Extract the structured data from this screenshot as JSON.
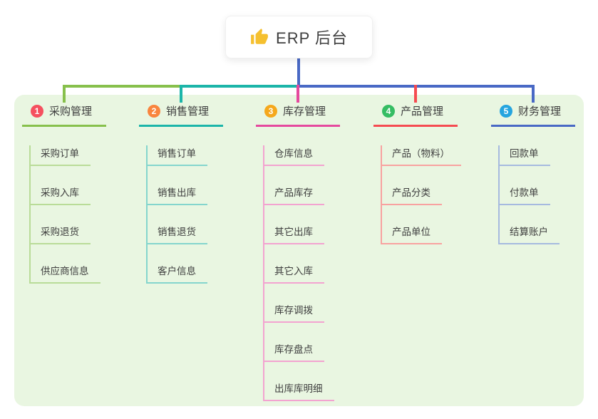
{
  "root": {
    "label": "ERP 后台",
    "icon": "thumbs-up-icon",
    "icon_color": "#f5c02f"
  },
  "colors": {
    "panel": "#e9f6e1",
    "background": "#ffffff",
    "text": "#3e3e3e"
  },
  "connector": {
    "trunk_color": "#4969c5"
  },
  "branches": [
    {
      "number": "1",
      "title": "采购管理",
      "badge_color": "#f5505f",
      "line_color": "#87c04c",
      "child_line_color": "#b9dc98",
      "children": [
        "采购订单",
        "采购入库",
        "采购退货",
        "供应商信息"
      ]
    },
    {
      "number": "2",
      "title": "销售管理",
      "badge_color": "#f9853e",
      "line_color": "#1cb5a9",
      "child_line_color": "#84d5cd",
      "children": [
        "销售订单",
        "销售出库",
        "销售退货",
        "客户信息"
      ]
    },
    {
      "number": "3",
      "title": "库存管理",
      "badge_color": "#f5a81c",
      "line_color": "#e5499e",
      "child_line_color": "#f3a3d0",
      "children": [
        "仓库信息",
        "产品库存",
        "其它出库",
        "其它入库",
        "库存调拨",
        "库存盘点",
        "出库库明细"
      ]
    },
    {
      "number": "4",
      "title": "产品管理",
      "badge_color": "#35bd63",
      "line_color": "#f54b51",
      "child_line_color": "#f8a2a0",
      "children": [
        "产品（物料）",
        "产品分类",
        "产品单位"
      ]
    },
    {
      "number": "5",
      "title": "财务管理",
      "badge_color": "#25a5df",
      "line_color": "#4969c5",
      "child_line_color": "#a6badf",
      "children": [
        "回款单",
        "付款单",
        "结算账户"
      ]
    }
  ]
}
